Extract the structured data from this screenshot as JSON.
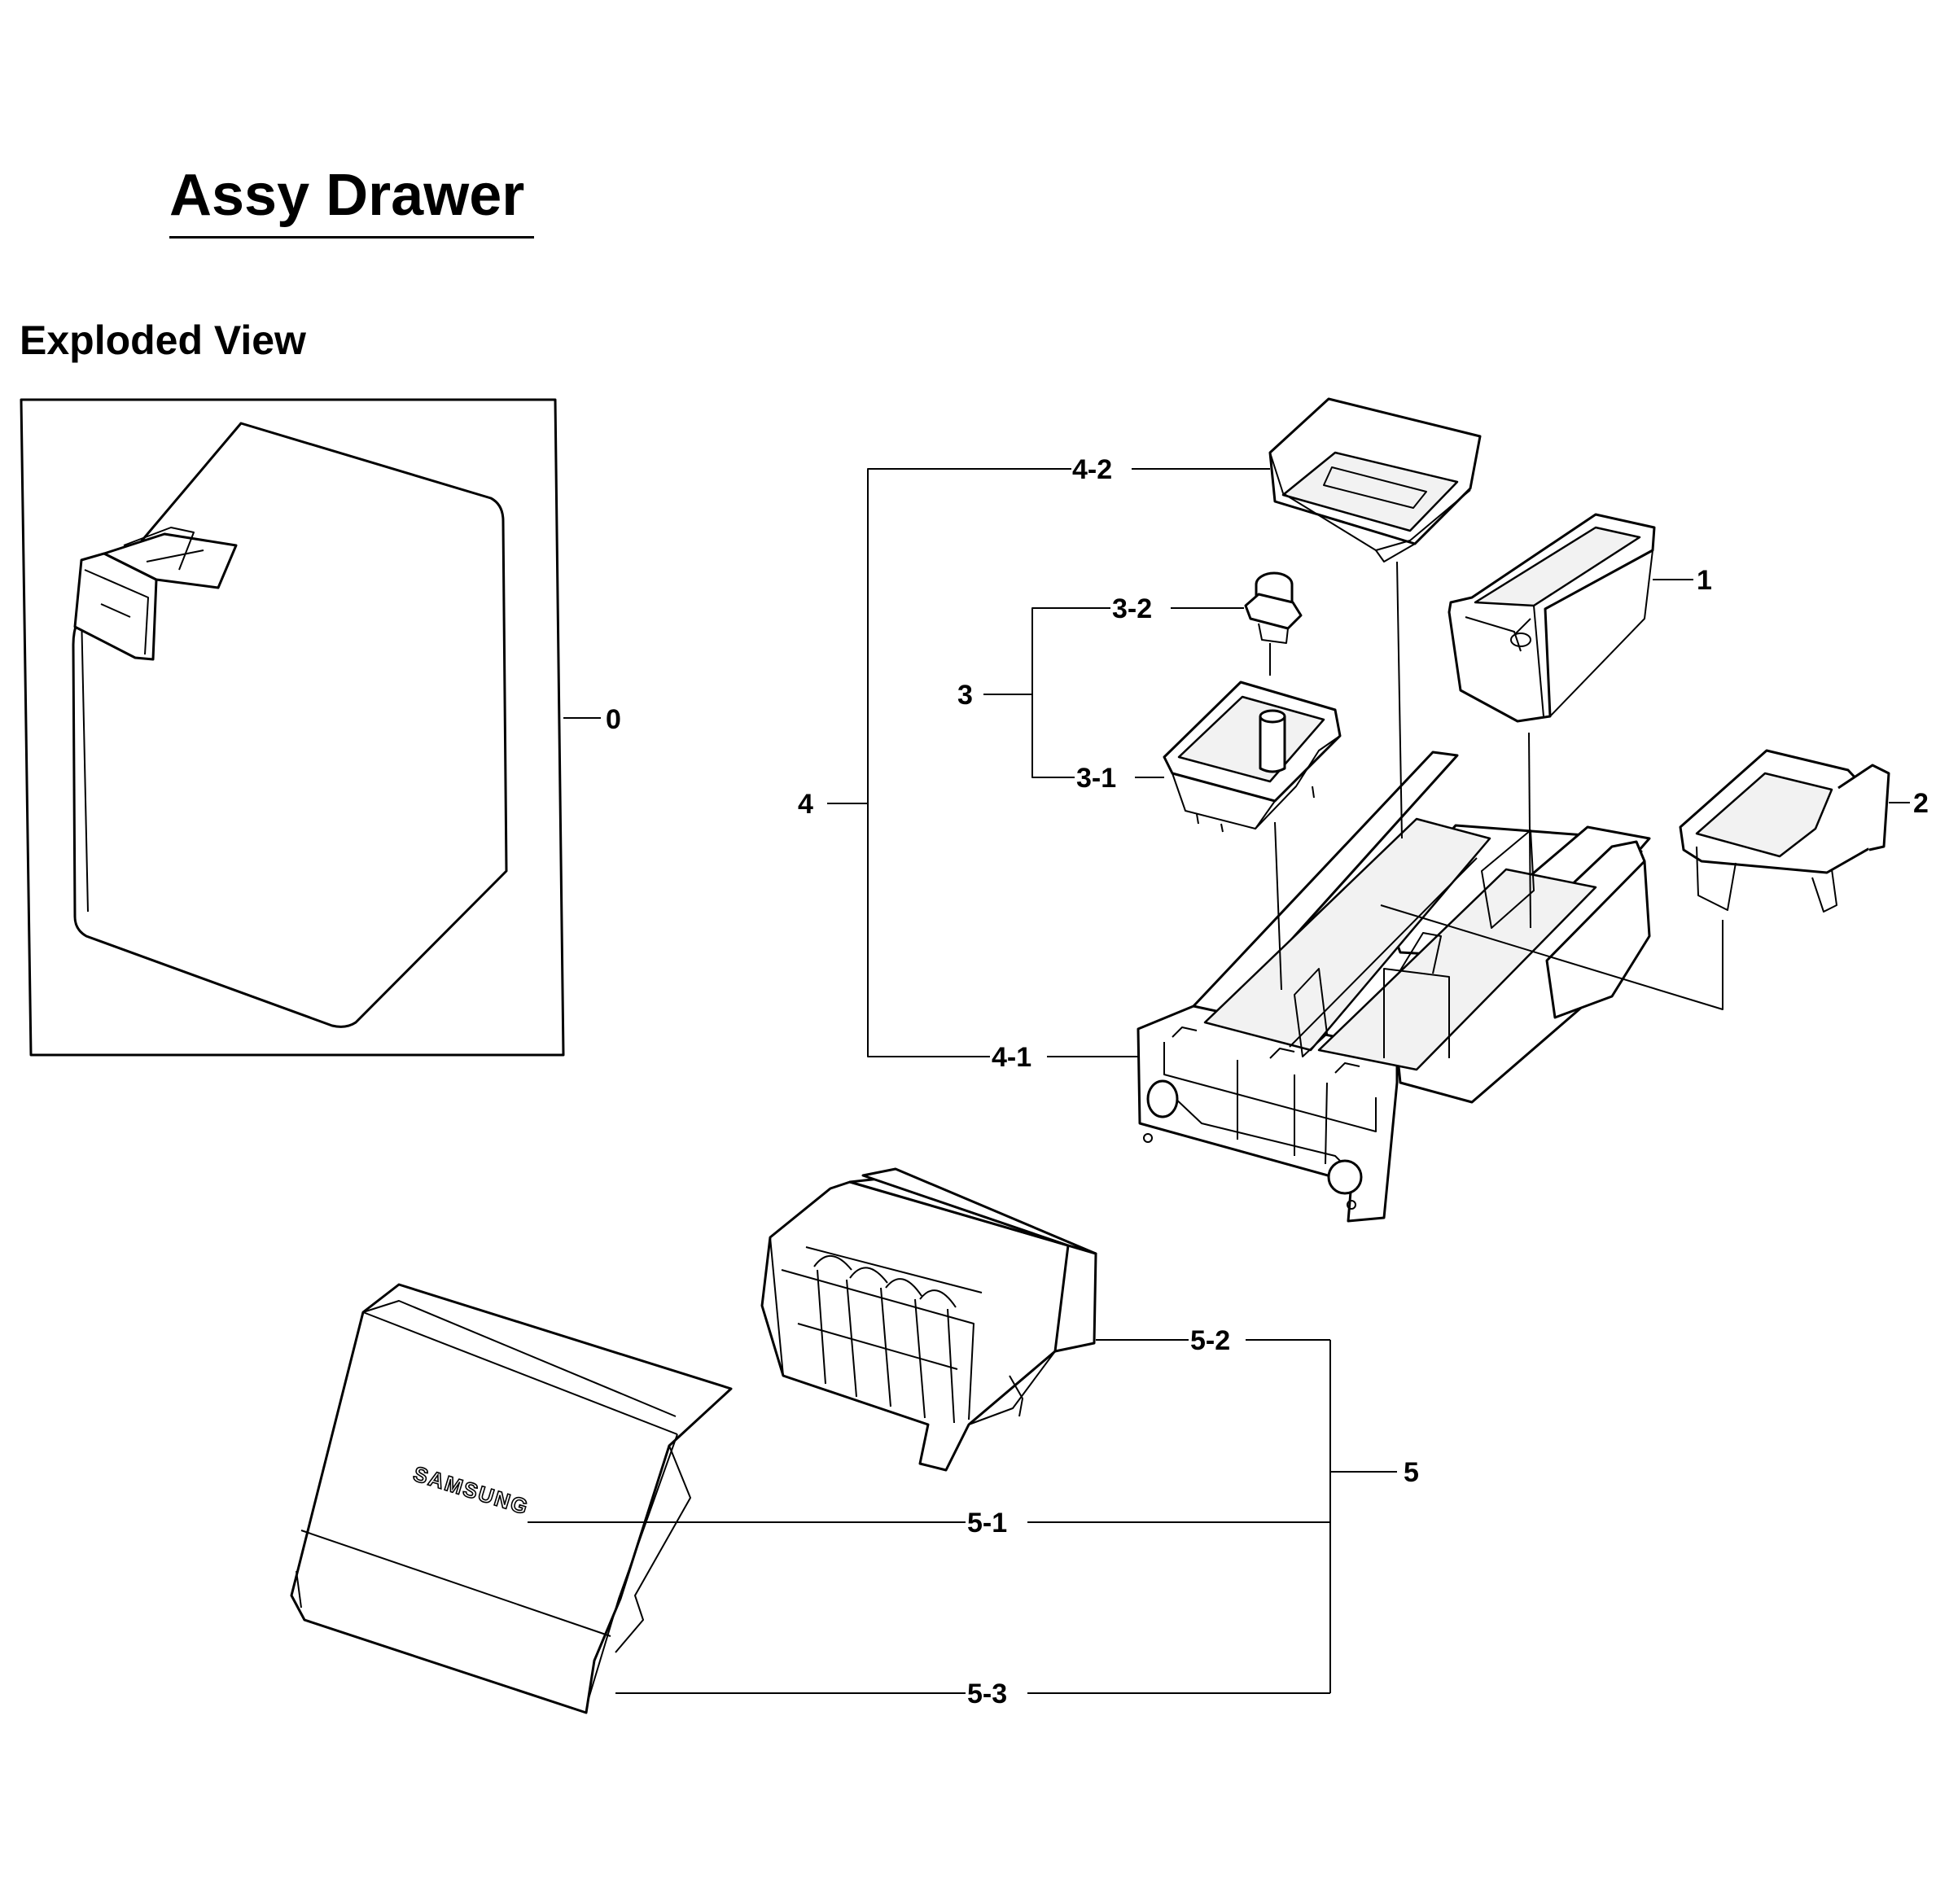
{
  "title": "Assy Drawer",
  "subtitle": "Exploded View",
  "brand_logo": "SAMSUNG",
  "callouts": {
    "c0": "0",
    "c1": "1",
    "c2": "2",
    "c3": "3",
    "c3_1": "3-1",
    "c3_2": "3-2",
    "c4": "4",
    "c4_1": "4-1",
    "c4_2": "4-2",
    "c5": "5",
    "c5_1": "5-1",
    "c5_2": "5-2",
    "c5_3": "5-3"
  }
}
